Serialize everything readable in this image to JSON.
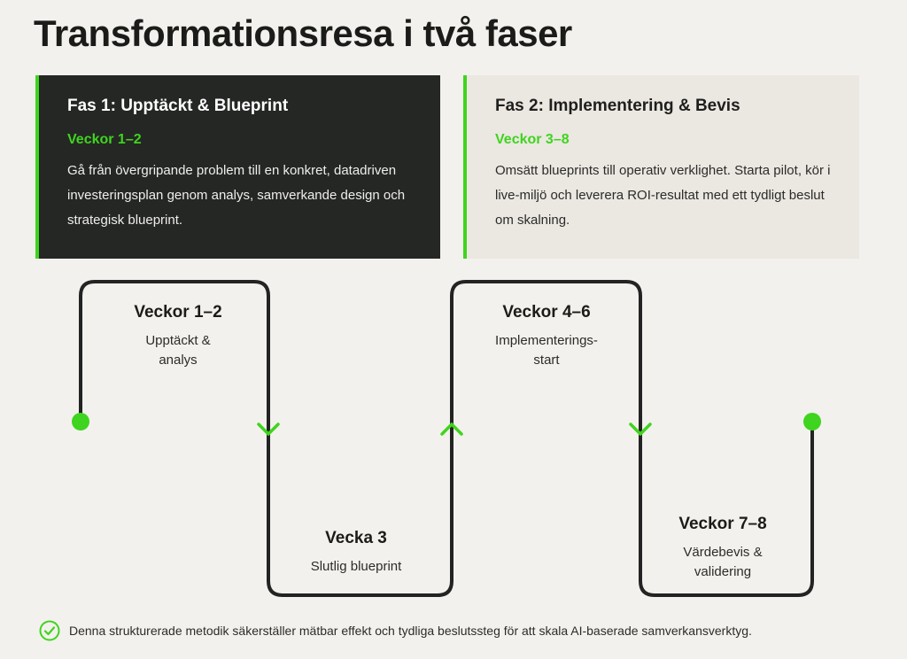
{
  "title": "Transformationsresa i två faser",
  "phases": [
    {
      "title": "Fas 1: Upptäckt & Blueprint",
      "weeks": "Veckor 1–2",
      "description": "Gå från övergripande problem till en konkret, datadriven investeringsplan genom analys, samverkande design och strategisk blueprint."
    },
    {
      "title": "Fas 2: Implementering & Bevis",
      "weeks": "Veckor 3–8",
      "description": "Omsätt blueprints till operativ verklighet. Starta pilot, kör i live-miljö och leverera ROI-resultat med ett tydligt beslut om skalning."
    }
  ],
  "steps": [
    {
      "title": "Veckor 1–2",
      "line1": "Upptäckt &",
      "line2": "analys"
    },
    {
      "title": "Vecka 3",
      "line1": "Slutlig blueprint",
      "line2": ""
    },
    {
      "title": "Veckor 4–6",
      "line1": "Implementerings-",
      "line2": "start"
    },
    {
      "title": "Veckor 7–8",
      "line1": "Värdebevis &",
      "line2": "validering"
    }
  ],
  "footer": {
    "text": "Denna strukturerade metodik säkerställer mätbar effekt och tydliga beslutssteg för att skala AI-baserade samverkansverktyg.",
    "icon": "check-circle-icon"
  },
  "colors": {
    "accent": "#3fd41f",
    "dark_card": "#252725",
    "light_card": "#ebe7e1",
    "background": "#f3f1ed",
    "line": "#222322"
  }
}
